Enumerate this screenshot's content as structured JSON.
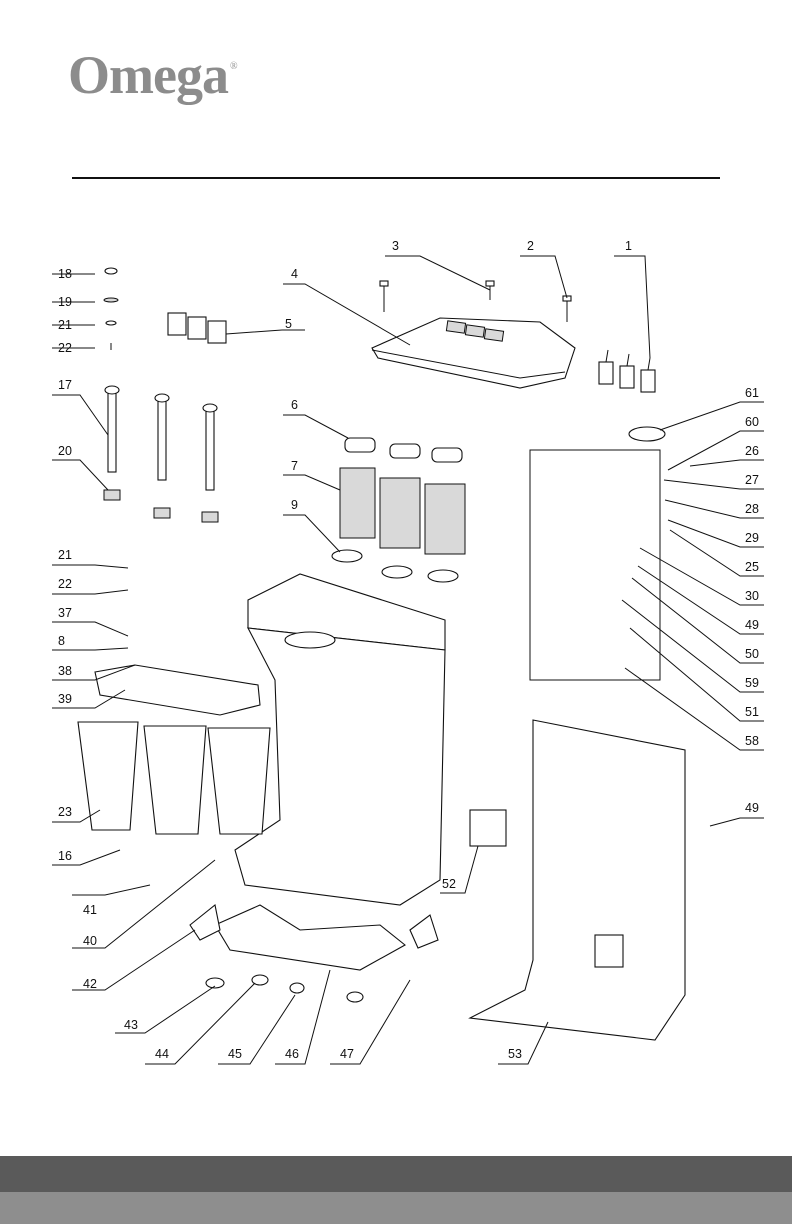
{
  "brand": {
    "name": "Omega",
    "mark": "®"
  },
  "labels": [
    "1",
    "2",
    "3",
    "4",
    "5",
    "6",
    "7",
    "9",
    "16",
    "17",
    "18",
    "19",
    "20",
    "21",
    "21",
    "22",
    "22",
    "23",
    "25",
    "26",
    "27",
    "28",
    "29",
    "30",
    "37",
    "38",
    "39",
    "40",
    "41",
    "42",
    "43",
    "44",
    "45",
    "46",
    "47",
    "49",
    "49",
    "50",
    "51",
    "52",
    "53",
    "58",
    "59",
    "60",
    "61",
    "8"
  ]
}
